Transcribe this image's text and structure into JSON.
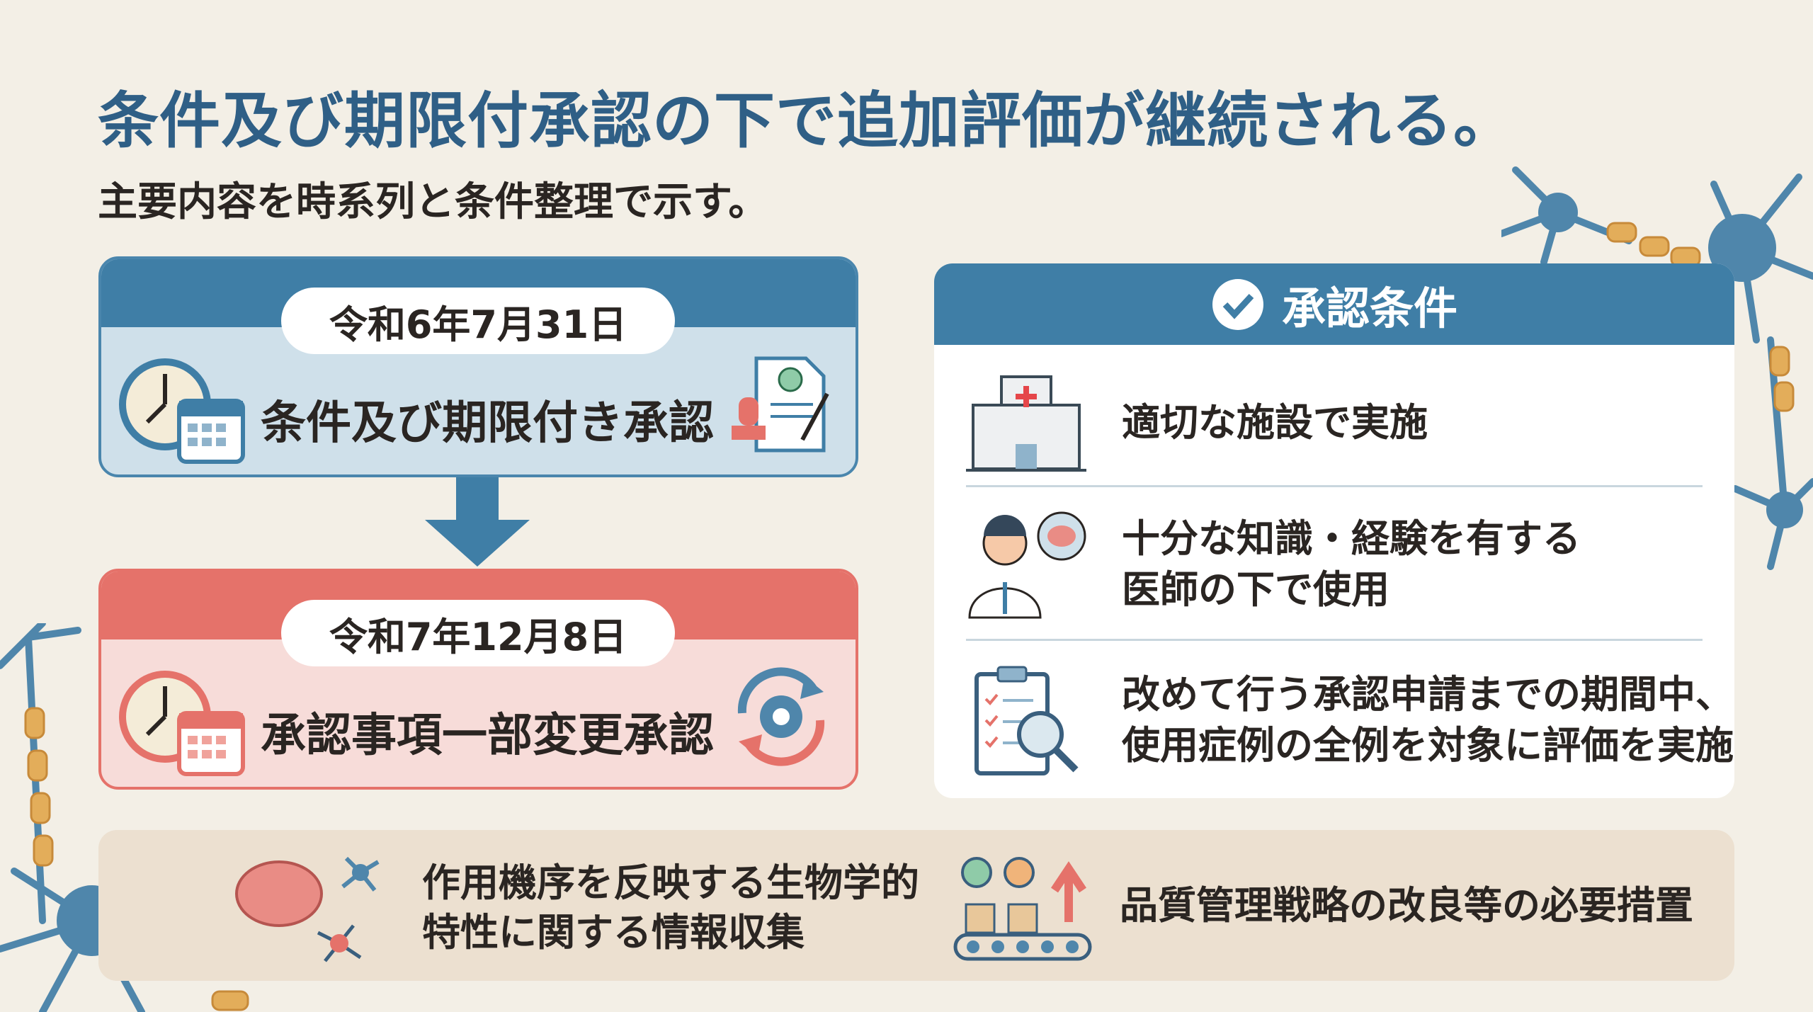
{
  "header": {
    "title": "条件及び期限付承認の下で追加評価が継続される。",
    "subtitle": "主要内容を時系列と条件整理で示す。"
  },
  "timeline": [
    {
      "date": "令和6年7月31日",
      "label": "条件及び期限付き承認",
      "color": "#3f7ea6"
    },
    {
      "date": "令和7年12月8日",
      "label": "承認事項一部変更承認",
      "color": "#e5726a"
    }
  ],
  "conditions": {
    "title": "承認条件",
    "items": [
      {
        "icon": "hospital-icon",
        "lines": [
          "適切な施設で実施"
        ]
      },
      {
        "icon": "doctor-icon",
        "lines": [
          "十分な知識・経験を有する",
          "医師の下で使用"
        ]
      },
      {
        "icon": "clipboard-search-icon",
        "lines": [
          "改めて行う承認申請までの期間中、",
          "使用症例の全例を対象に評価を実施"
        ]
      }
    ]
  },
  "bottom": [
    {
      "icon": "brain-molecule-icon",
      "lines": [
        "作用機序を反映する生物学的",
        "特性に関する情報収集"
      ]
    },
    {
      "icon": "quality-conveyor-icon",
      "lines": [
        "品質管理戦略の改良等の必要措置"
      ]
    }
  ]
}
